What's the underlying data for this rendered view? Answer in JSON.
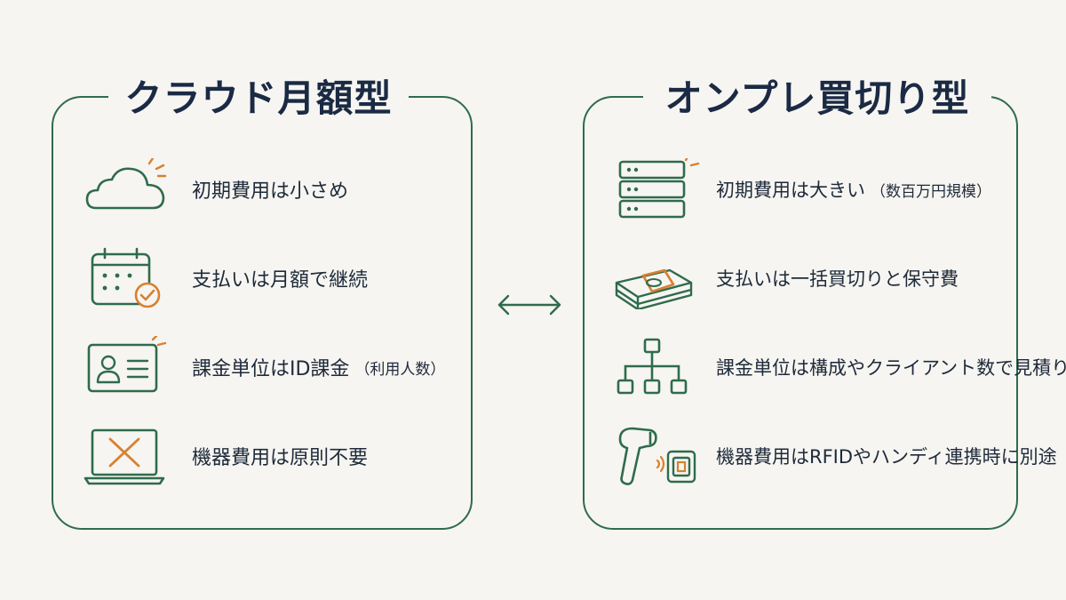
{
  "left_panel": {
    "title": "クラウド月額型",
    "items": [
      {
        "text": "初期費用は小さめ",
        "sub": "",
        "icon": "cloud-icon"
      },
      {
        "text": "支払いは月額で継続",
        "sub": "",
        "icon": "calendar-check-icon"
      },
      {
        "text": "課金単位はID課金",
        "sub": "（利用人数）",
        "icon": "id-card-icon"
      },
      {
        "text": "機器費用は原則不要",
        "sub": "",
        "icon": "laptop-cross-icon"
      }
    ]
  },
  "right_panel": {
    "title": "オンプレ買切り型",
    "items": [
      {
        "text": "初期費用は大きい",
        "sub": "（数百万円規模）",
        "icon": "server-icon"
      },
      {
        "text": "支払いは一括買切りと保守費",
        "sub": "",
        "icon": "money-stack-icon"
      },
      {
        "text": "課金単位は構成やクライアント数で見積り",
        "sub": "",
        "icon": "hierarchy-icon"
      },
      {
        "text": "機器費用はRFIDやハンディ連携時に別途",
        "sub": "",
        "icon": "barcode-scanner-rfid-icon"
      }
    ]
  },
  "colors": {
    "accent_green": "#2f6b4c",
    "accent_orange": "#d9802e",
    "text_navy": "#1b2a44",
    "background": "#f6f5f1"
  }
}
